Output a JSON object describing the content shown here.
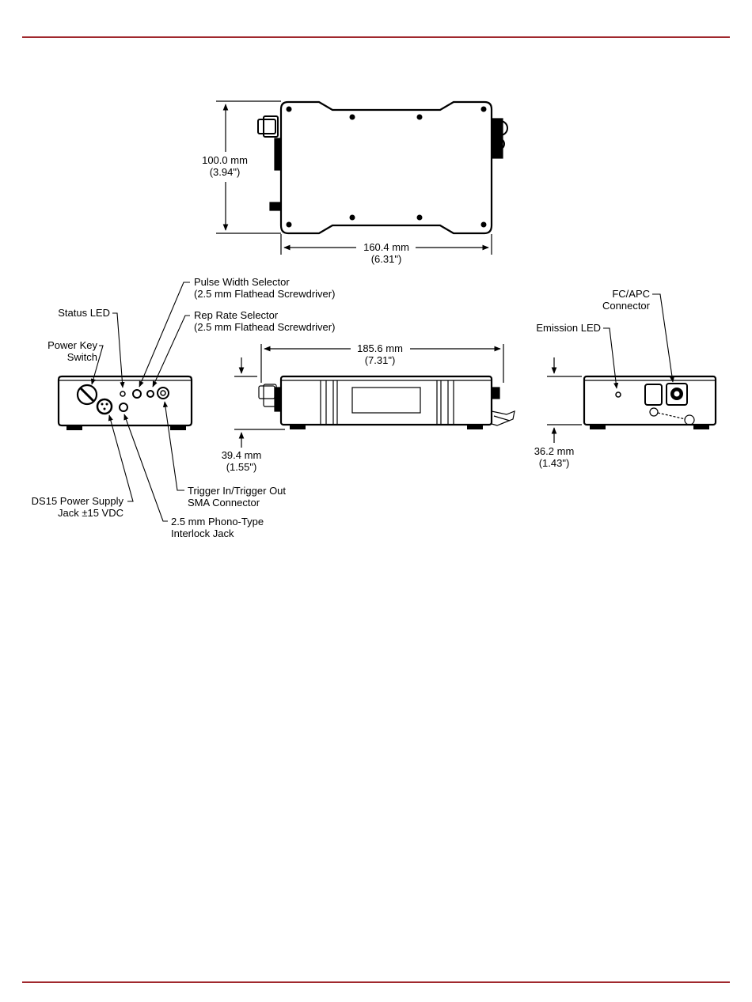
{
  "page": {
    "rule_color": "#a0282d"
  },
  "top_view": {
    "height_mm": "100.0 mm",
    "height_in": "(3.94\")",
    "width_mm": "160.4 mm",
    "width_in": "(6.31\")"
  },
  "front_view": {
    "labels": {
      "pulse_width": [
        "Pulse Width Selector",
        "(2.5 mm Flathead Screwdriver)"
      ],
      "status_led": "Status LED",
      "rep_rate": [
        "Rep Rate Selector",
        "(2.5 mm Flathead Screwdriver)"
      ],
      "power_key": [
        "Power Key",
        "Switch"
      ],
      "trigger": [
        "Trigger In/Trigger Out",
        "SMA Connector"
      ],
      "ds15": [
        "DS15 Power Supply",
        "Jack ±15 VDC"
      ],
      "phono": [
        "2.5 mm Phono-Type",
        "Interlock Jack"
      ]
    }
  },
  "side_view": {
    "length_mm": "185.6 mm",
    "length_in": "(7.31\")",
    "height_mm": "39.4 mm",
    "height_in": "(1.55\")"
  },
  "rear_view": {
    "labels": {
      "fc_apc": [
        "FC/APC",
        "Connector"
      ],
      "emission_led": "Emission LED"
    },
    "height_mm": "36.2 mm",
    "height_in": "(1.43\")"
  }
}
